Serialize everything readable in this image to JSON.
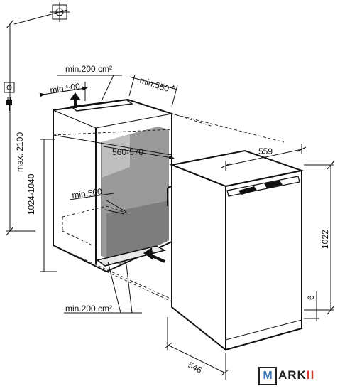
{
  "labels": {
    "max_height": "max. 2100",
    "top_vent_area": "min.200 cm²",
    "top_vent_depth": "min.500",
    "top_depth": "min.550",
    "asterisk": "*",
    "niche_width": "560-570",
    "niche_height": "1024-1040",
    "inner_depth": "min.500",
    "bottom_vent_area": "min.200 cm²",
    "appliance_width": "559",
    "appliance_height": "1022",
    "plinth": "6",
    "appliance_depth": "546"
  },
  "icons": {
    "plug": "plug-icon",
    "socket": "socket-icon",
    "crosshair": "crosshair-icon",
    "airflow_up": "arrow-up-icon",
    "airflow_in": "arrow-in-icon"
  },
  "logo": {
    "letter": "M",
    "text": "ARK",
    "accent": "II"
  },
  "colors": {
    "line": "#111111",
    "niche_shade": "#9a9a9a",
    "niche_shade_dark": "#7d7d7d",
    "logo_blue": "#3a7ec2",
    "logo_red": "#d23a2a"
  }
}
